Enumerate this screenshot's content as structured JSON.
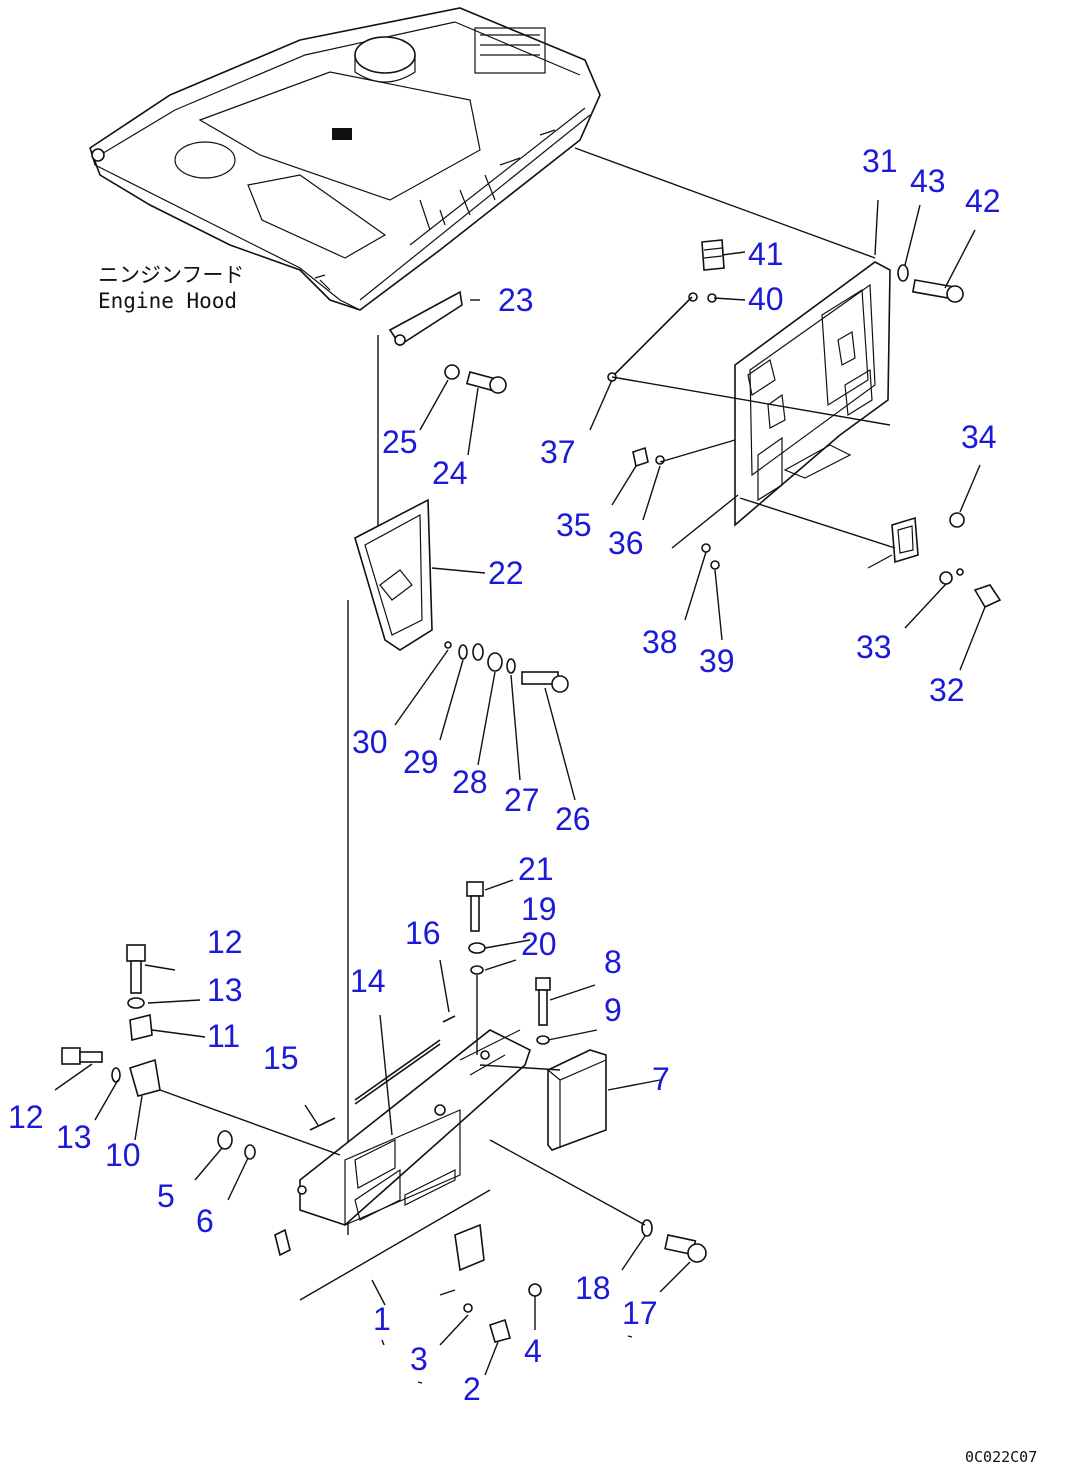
{
  "callouts": [
    "1",
    "2",
    "3",
    "4",
    "5",
    "6",
    "7",
    "8",
    "9",
    "10",
    "11",
    "12",
    "12",
    "13",
    "13",
    "14",
    "15",
    "16",
    "17",
    "18",
    "19",
    "20",
    "21",
    "22",
    "23",
    "24",
    "25",
    "26",
    "27",
    "28",
    "29",
    "30",
    "31",
    "32",
    "33",
    "34",
    "35",
    "36",
    "37",
    "38",
    "39",
    "40",
    "41",
    "42",
    "43"
  ],
  "hood_label_jp": "ニンジンフード",
  "hood_label_en": "Engine Hood",
  "drawing_code": "0C022C07",
  "colors": {
    "label": "#1a1ad8",
    "line": "#111111",
    "background": "#ffffff"
  }
}
